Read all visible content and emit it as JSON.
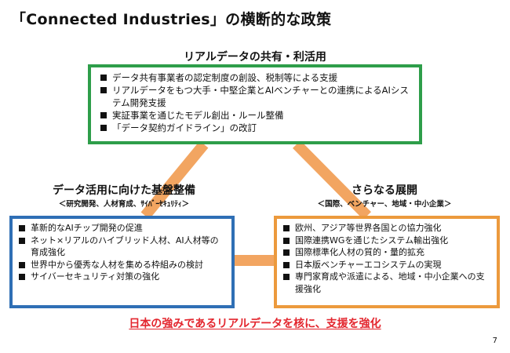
{
  "title": "「Connected Industries」の横断的な政策",
  "top_section": {
    "heading": "リアルデータの共有・利活用",
    "items": [
      "データ共有事業者の認定制度の創設、税制等による支援",
      "リアルデータをもつ大手・中堅企業とAIベンチャーとの連携によるAIシステム開発支援",
      "実証事業を通じたモデル創出・ルール整備",
      "「データ契約ガイドライン」の改訂"
    ]
  },
  "left_section": {
    "heading": "データ活用に向けた基盤整備",
    "subheading": "＜研究開発、人材育成、ｻｲﾊﾞｰｾｷｭﾘﾃｨ＞",
    "items": [
      "革新的なAIチップ開発の促進",
      "ネット×リアルのハイブリッド人材、AI人材等の育成強化",
      "世界中から優秀な人材を集める枠組みの検討",
      "サイバーセキュリティ対策の強化"
    ]
  },
  "right_section": {
    "heading": "さらなる展開",
    "subheading": "＜国際、ベンチャー、地域・中小企業＞",
    "items": [
      "欧州、アジア等世界各国との協力強化",
      "国際連携WGを通じたシステム輸出強化",
      "国際標準化人材の質的・量的拡充",
      "日本版ベンチャーエコシステムの実現",
      "専門家育成や派遣による、地域・中小企業への支援強化"
    ]
  },
  "footer_message": "日本の強みであるリアルデータを核に、支援を強化",
  "page_number": "7",
  "colors": {
    "top_border": "#2e9e4a",
    "left_border": "#2f6fb5",
    "right_border": "#ec9a3d",
    "connector": "#f2a561",
    "footer_text": "#e3262e"
  }
}
